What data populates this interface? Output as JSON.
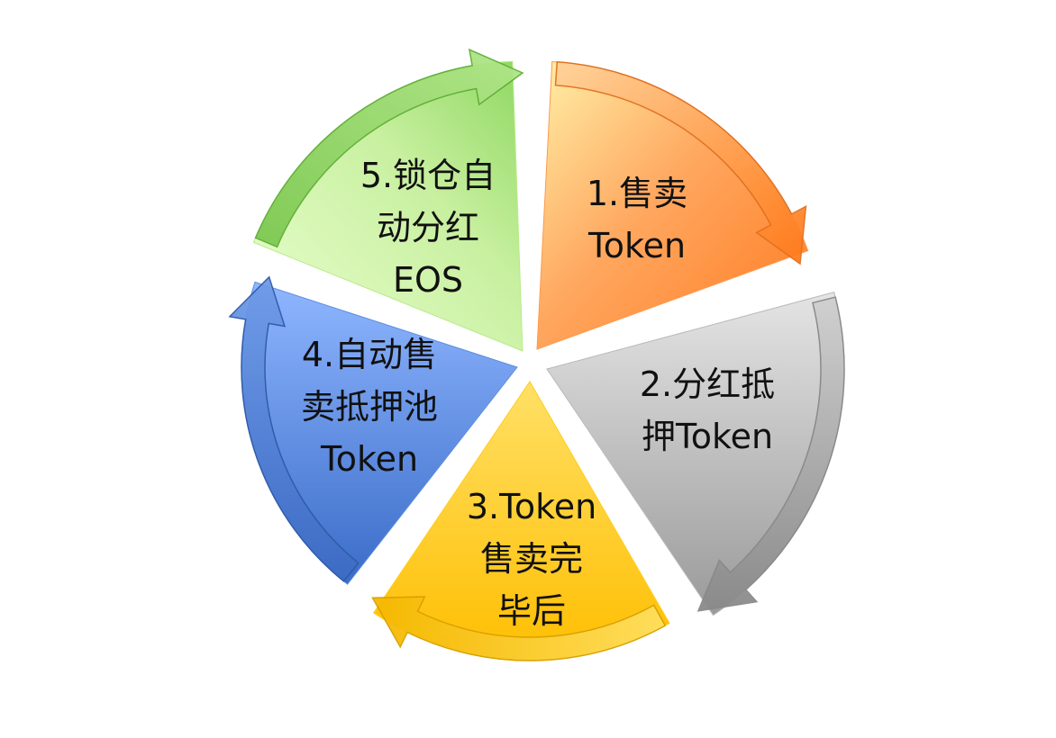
{
  "diagram": {
    "segments": [
      {
        "lines": [
          "1.售卖",
          "Token"
        ],
        "color": "#ff9a4d"
      },
      {
        "lines": [
          "2.分红抵",
          "押Token"
        ],
        "color": "#b9b9b9"
      },
      {
        "lines": [
          "3.Token",
          "售卖完",
          "毕后"
        ],
        "color": "#ffcc1a"
      },
      {
        "lines": [
          "4.自动售",
          "卖抵押池",
          "Token"
        ],
        "color": "#5b8ee0"
      },
      {
        "lines": [
          "5.锁仓自",
          "动分红",
          "EOS"
        ],
        "color": "#b8ea8a"
      }
    ]
  }
}
